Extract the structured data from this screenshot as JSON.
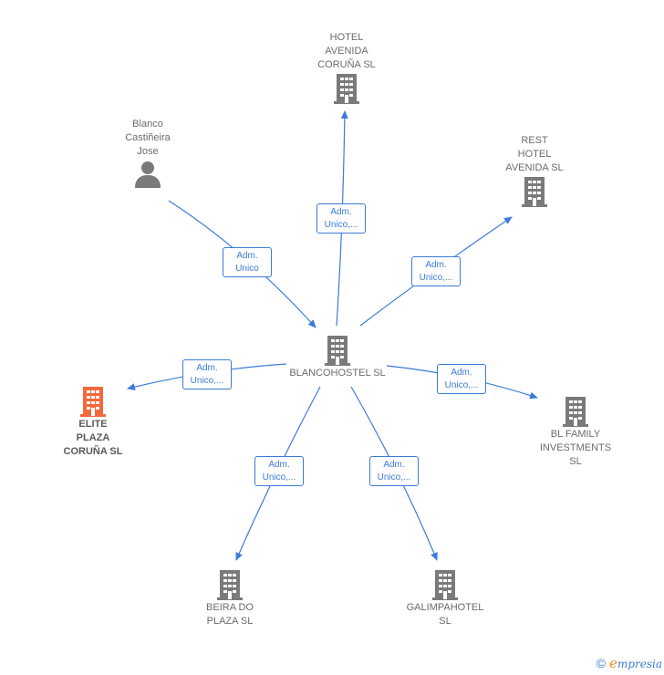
{
  "colors": {
    "edge": "#3b7bd8",
    "building": "#7a7a7a",
    "building_highlight": "#f26a3b",
    "person": "#7a7a7a"
  },
  "nodes": {
    "center": {
      "label": "BLANCOHOSTEL SL",
      "icon": "building-icon"
    },
    "hotel_avenida": {
      "label": "HOTEL\nAVENIDA\nCORUÑA  SL",
      "icon": "building-icon"
    },
    "rest_hotel": {
      "label": "REST\nHOTEL\nAVENIDA  SL",
      "icon": "building-icon"
    },
    "person": {
      "label": "Blanco\nCastiñeira\nJose",
      "icon": "person-icon"
    },
    "elite_plaza": {
      "label": "ELITE\nPLAZA\nCORUÑA  SL",
      "icon": "building-icon"
    },
    "bl_family": {
      "label": "BL FAMILY\nINVESTMENTS\nSL",
      "icon": "building-icon"
    },
    "beira": {
      "label": "BEIRA DO\nPLAZA  SL",
      "icon": "building-icon"
    },
    "galimpahotel": {
      "label": "GALIMPAHOTEL\nSL",
      "icon": "building-icon"
    }
  },
  "edges": [
    {
      "id": "person",
      "line1": "Adm.",
      "line2": "Unico"
    },
    {
      "id": "hotel_avenida",
      "line1": "Adm.",
      "line2": "Unico,..."
    },
    {
      "id": "rest_hotel",
      "line1": "Adm.",
      "line2": "Unico,..."
    },
    {
      "id": "elite_plaza",
      "line1": "Adm.",
      "line2": "Unico,..."
    },
    {
      "id": "bl_family",
      "line1": "Adm.",
      "line2": "Unico,..."
    },
    {
      "id": "beira",
      "line1": "Adm.",
      "line2": "Unico,..."
    },
    {
      "id": "galimpahotel",
      "line1": "Adm.",
      "line2": "Unico,..."
    }
  ],
  "footer": {
    "copyright": "©",
    "brand_initial": "e",
    "brand_rest": "mpresia"
  }
}
